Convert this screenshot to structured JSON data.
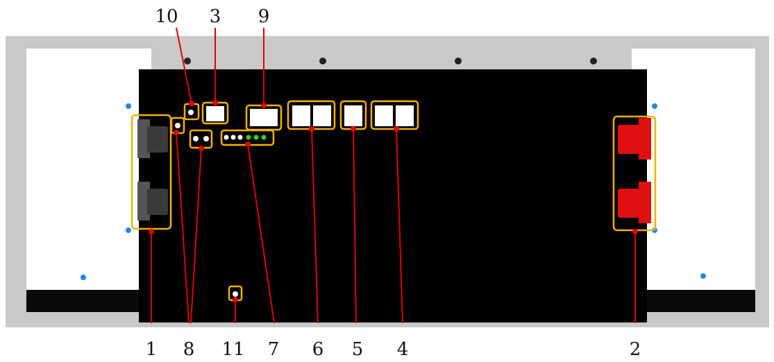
{
  "callouts": {
    "top": [
      "10",
      "3",
      "9"
    ],
    "bottom": [
      "1",
      "8",
      "11",
      "7",
      "6",
      "5",
      "4",
      "2"
    ]
  },
  "colors": {
    "frame": "#c9c9c9",
    "panel_white": "#ffffff",
    "panel_black": "#000000",
    "highlight_box": "#f5b000",
    "leader_line": "#e00000",
    "positive_terminal": "#e01010",
    "negative_terminal": "#3a3a3a",
    "led_green": "#22dd22",
    "screw_blue": "#1e88e5"
  },
  "led_indicators": [
    "white",
    "white",
    "white",
    "green",
    "green",
    "green"
  ]
}
